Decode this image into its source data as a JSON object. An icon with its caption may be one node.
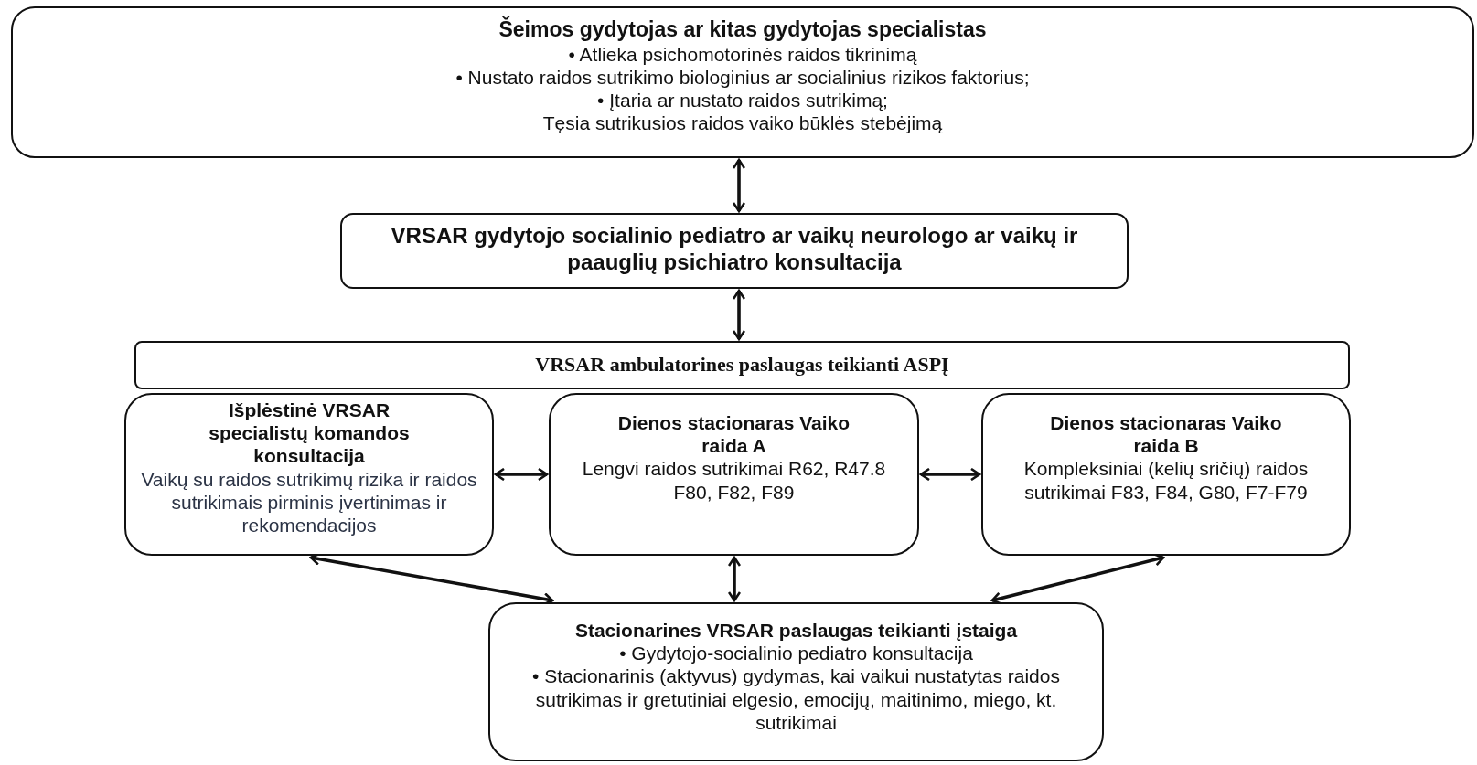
{
  "diagram": {
    "nodes": [
      {
        "text": [
          "Šeimos gydytojas ar kitas gydytojas specialistas",
          "• Atlieka psichomotorinės raidos tikrinimą",
          "• Nustato raidos sutrikimo biologinius ar socialinius rizikos faktorius;",
          "• Įtaria ar nustato raidos sutrikimą;",
          "Tęsia sutrikusios raidos vaiko būklės stebėjimą"
        ]
      },
      {
        "text": [
          "VRSAR gydytojo socialinio pediatro ar vaikų neurologo ar vaikų ir paauglių psichiatro konsultacija"
        ]
      },
      {
        "text": [
          "VRSAR ambulatorines paslaugas teikianti ASPĮ"
        ]
      },
      {
        "text": [
          "Išplėstinė VRSAR specialistų komandos konsultacija",
          "Vaikų su raidos sutrikimų rizika ir raidos sutrikimais pirminis įvertinimas ir rekomendacijos"
        ]
      },
      {
        "text": [
          "Dienos stacionaras Vaiko raida A",
          "Lengvi raidos sutrikimai R62, R47.8 F80, F82, F89"
        ]
      },
      {
        "text": [
          "Dienos stacionaras Vaiko raida B",
          "Kompleksiniai (kelių sričių) raidos sutrikimai F83, F84, G80, F7-F79"
        ]
      },
      {
        "text": [
          "Stacionarines VRSAR paslaugas teikianti įstaiga",
          "• Gydytojo-socialinio pediatro konsultacija",
          "• Stacionarinis (aktyvus) gydymas, kai vaikui nustatytas raidos sutrikimas ir gretutiniai elgesio, emocijų, maitinimo, miego, kt. sutrikimai"
        ]
      }
    ],
    "edges": [
      {
        "from": 0,
        "to": 1,
        "arrow": "both"
      },
      {
        "from": 1,
        "to": 2,
        "arrow": "both"
      },
      {
        "from": 3,
        "to": 4,
        "arrow": "both"
      },
      {
        "from": 4,
        "to": 5,
        "arrow": "both"
      },
      {
        "from": 3,
        "to": 6,
        "arrow": "both"
      },
      {
        "from": 4,
        "to": 6,
        "arrow": "both"
      },
      {
        "from": 5,
        "to": 6,
        "arrow": "both"
      }
    ]
  }
}
